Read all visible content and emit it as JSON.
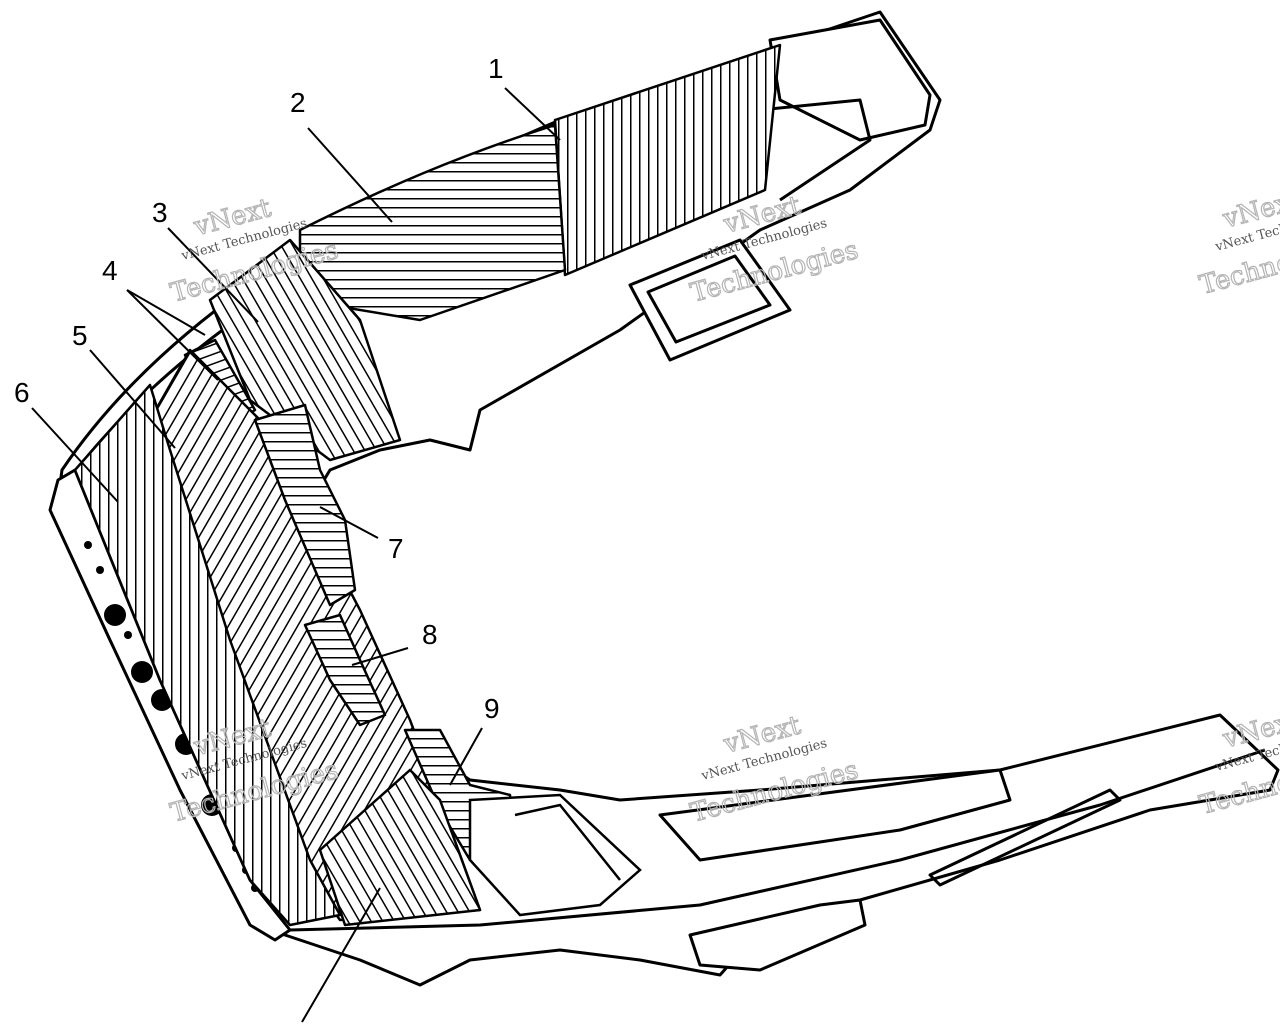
{
  "figure": {
    "callouts": [
      {
        "number": "1"
      },
      {
        "number": "2"
      },
      {
        "number": "3"
      },
      {
        "number": "4"
      },
      {
        "number": "5"
      },
      {
        "number": "6"
      },
      {
        "number": "7"
      },
      {
        "number": "8"
      },
      {
        "number": "9"
      }
    ],
    "watermark": {
      "line1": "vNext",
      "line2": "vNext Technologies",
      "line3": "Technologies"
    },
    "colors": {
      "ink": "#000000",
      "paper": "#ffffff",
      "watermark": "#b4b4b4"
    }
  }
}
